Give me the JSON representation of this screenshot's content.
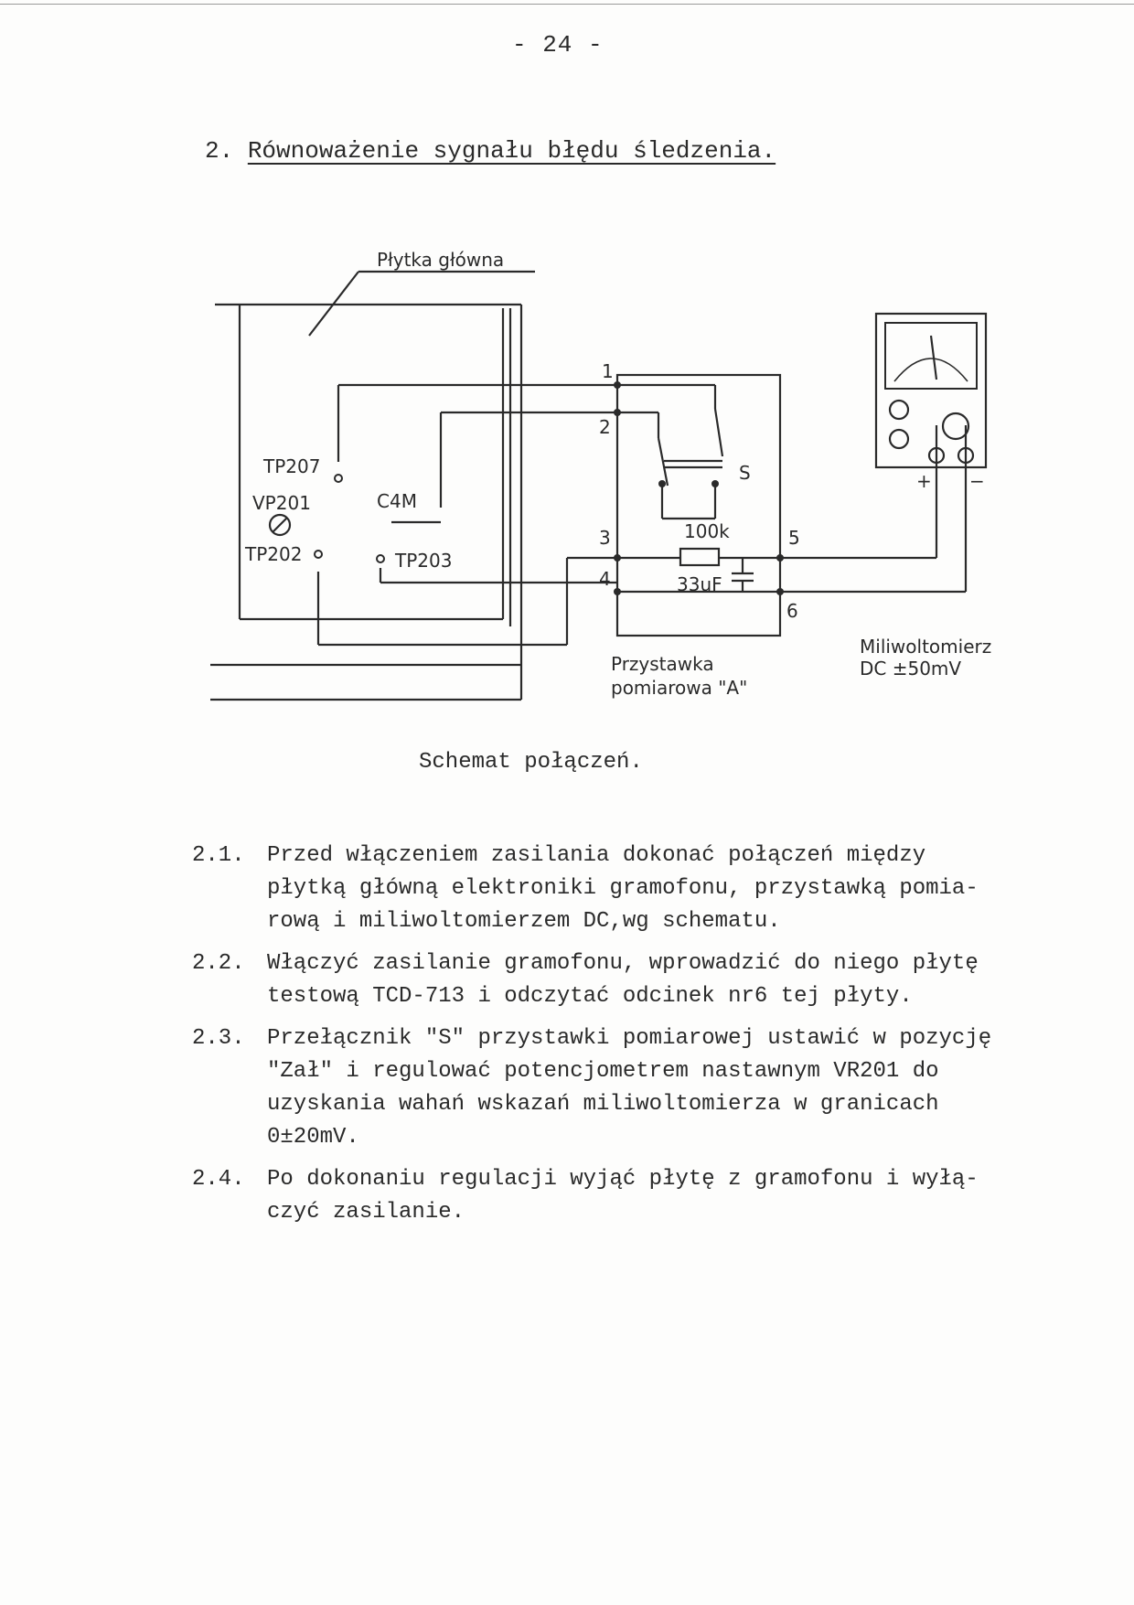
{
  "page_number": "- 24 -",
  "heading": {
    "number": "2.",
    "text": "Równoważenie sygnału błędu śledzenia."
  },
  "diagram": {
    "board_label": "Płytka główna",
    "tp207": "TP207",
    "vp201": "VP201",
    "tp202": "TP202",
    "c4m": "C4M",
    "tp203": "TP203",
    "node1": "1",
    "node2": "2",
    "node3": "3",
    "node4": "4",
    "node5": "5",
    "node6": "6",
    "switch_label": "S",
    "resistor_label": "100k",
    "capacitor_label": "33uF",
    "adapter_label_1": "Przystawka",
    "adapter_label_2": "pomiarowa \"A\"",
    "meter_label_1": "Miliwoltomierz",
    "meter_label_2": "DC ±50mV",
    "plus": "+",
    "minus": "−"
  },
  "caption": "Schemat połączeń.",
  "steps": [
    {
      "num": "2.1.",
      "text": "Przed włączeniem zasilania dokonać połączeń między\npłytką główną elektroniki gramofonu, przystawką pomia-\nrową i miliwoltomierzem DC,wg schematu."
    },
    {
      "num": "2.2.",
      "text": "Włączyć zasilanie gramofonu, wprowadzić do niego płytę\ntestową TCD-713 i odczytać odcinek nr6 tej płyty."
    },
    {
      "num": "2.3.",
      "text": "Przełącznik \"S\" przystawki pomiarowej ustawić w pozycję\n\"Zał\" i regulować potencjometrem nastawnym VR201 do\nuzyskania wahań wskazań miliwoltomierza w granicach\n0±20mV."
    },
    {
      "num": "2.4.",
      "text": "Po dokonaniu regulacji wyjąć płytę z gramofonu i wyłą-\nczyć zasilanie."
    }
  ]
}
